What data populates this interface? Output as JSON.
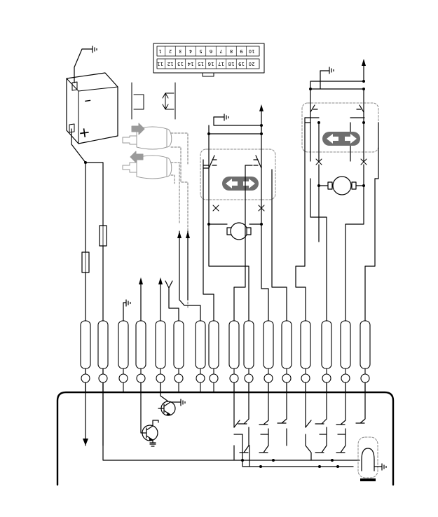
{
  "connector": {
    "top_row_pins": [
      "10",
      "9",
      "8",
      "7",
      "6",
      "5",
      "4",
      "3",
      "2",
      "1"
    ],
    "bottom_row_pins": [
      "20",
      "19",
      "18",
      "17",
      "16",
      "15",
      "14",
      "13",
      "12",
      "11"
    ]
  },
  "battery": {
    "minus_sign": "–",
    "plus_sign": "+"
  },
  "colors": {
    "line": "#000000",
    "dashed_wire": "#777777",
    "switch_box": "#8a8a8a",
    "arrow_badge": "#6e6e6e"
  },
  "icons": [
    "ground-icon",
    "arrow-up-icon",
    "antenna-icon",
    "motor-icon",
    "fuse-icon",
    "transistor-icon",
    "lamp-icon",
    "direction-arrows-icon",
    "cross-icon"
  ]
}
